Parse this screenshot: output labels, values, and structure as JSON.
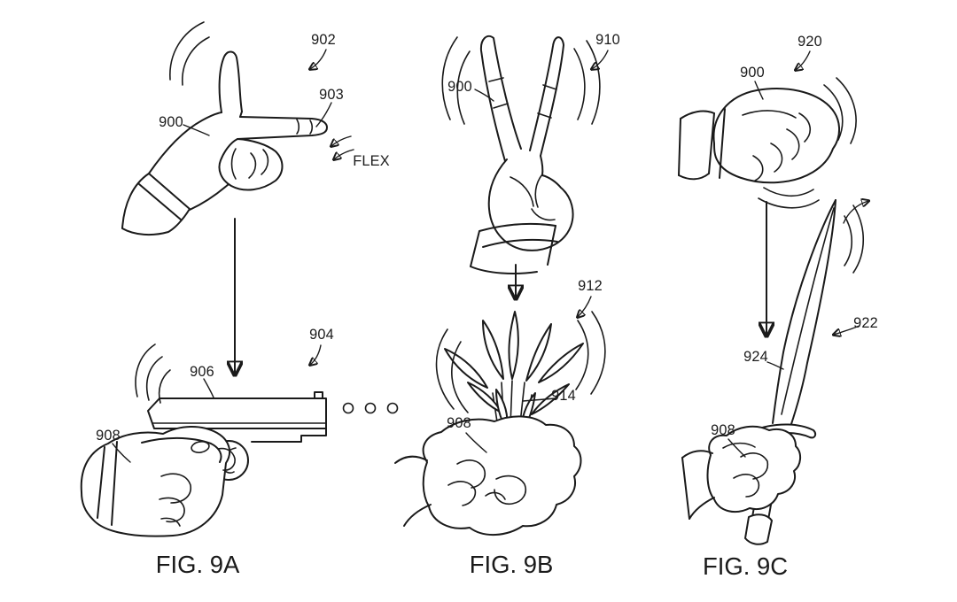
{
  "page": {
    "background": "#ffffff",
    "ink": "#1a1a1a"
  },
  "figure": {
    "panels": [
      {
        "caption": "FIG. 9A",
        "gesture": "finger-gun-hand",
        "object": "pistol",
        "labels": {
          "gesture_ref": "902",
          "hand_ref": "900",
          "finger_ref": "903",
          "flex_text": "FLEX",
          "object_ref": "904",
          "object_part_ref": "906",
          "holding_hand_ref": "908"
        }
      },
      {
        "caption": "FIG. 9B",
        "gesture": "peace-sign-hand",
        "object": "flowers",
        "labels": {
          "gesture_ref": "910",
          "hand_ref": "900",
          "object_ref": "912",
          "object_part_ref": "914",
          "holding_hand_ref": "908"
        }
      },
      {
        "caption": "FIG. 9C",
        "gesture": "fist-hand",
        "object": "sword",
        "labels": {
          "gesture_ref": "920",
          "hand_ref": "900",
          "object_ref": "922",
          "object_part_ref": "924",
          "holding_hand_ref": "908"
        }
      }
    ]
  }
}
